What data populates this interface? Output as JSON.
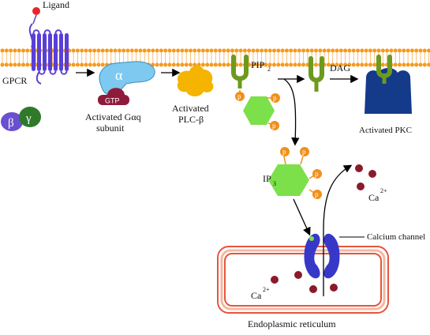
{
  "labels": {
    "ligand": "Ligand",
    "gpcr": "GPCR",
    "alpha": "α",
    "gtp": "GTP",
    "activated_gaq_line1": "Activated Gαq",
    "activated_gaq_line2": "subunit",
    "beta": "β",
    "gamma": "γ",
    "activated_plc_line1": "Activated",
    "activated_plc_line2": "PLC-β",
    "pip2": "PIP",
    "pip2_sub": "2",
    "dag": "DAG",
    "activated_pkc": "Activated PKC",
    "ip3": "IP",
    "ip3_sub": "3",
    "phosphate": "p",
    "calcium_channel": "Calcium channel",
    "ca_inside": "Ca",
    "ca_inside_sup": "2+",
    "ca_outside": "Ca",
    "ca_outside_sup": "2+",
    "er": "Endoplasmic reticulum"
  },
  "colors": {
    "membrane_bead": "#f59a1e",
    "membrane_tail": "#f7b35a",
    "gpcr": "#5a3fd6",
    "gpcr_light": "#7b68ee",
    "ligand": "#e8262a",
    "galpha": "#7ec9ef",
    "gtp": "#8e1b3b",
    "beta": "#6a4fcf",
    "gamma": "#2f7a2a",
    "plc": "#f4b400",
    "lipid_anchor": "#6c9a1e",
    "phosphate": "#f0901b",
    "hexagon": "#7ce04a",
    "pkc": "#143a8a",
    "ca_dot": "#8b1a2b",
    "er_outer": "#e6553a",
    "er_inner": "#f6b7a4",
    "channel": "#3838c8"
  }
}
